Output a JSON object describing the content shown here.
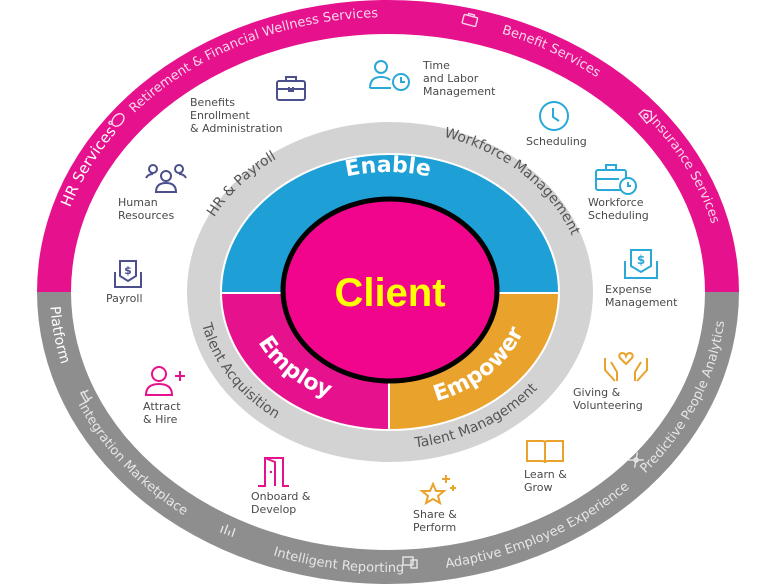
{
  "center": {
    "label": "Client"
  },
  "segments": [
    {
      "id": "enable",
      "label": "Enable",
      "color": "#1ea0d6"
    },
    {
      "id": "employ",
      "label": "Employ",
      "color": "#e6118c"
    },
    {
      "id": "empower",
      "label": "Empower",
      "color": "#e9a22b"
    }
  ],
  "inner_ring": [
    {
      "id": "hr-payroll",
      "label": "HR & Payroll"
    },
    {
      "id": "workforce-management",
      "label": "Workforce Management"
    },
    {
      "id": "talent-acquisition",
      "label": "Talent Acquisition"
    },
    {
      "id": "talent-management",
      "label": "Talent Management"
    }
  ],
  "outer_ring": {
    "top_color": "#e6118c",
    "bottom_color": "#8e8e8e",
    "top_labels": [
      {
        "id": "hr-services",
        "label": "HR Services",
        "icon": "none"
      },
      {
        "id": "retirement",
        "label": "Retirement & Financial Wellness Services",
        "icon": "piggy-bank-icon"
      },
      {
        "id": "benefit-services",
        "label": "Benefit Services",
        "icon": "briefcase-icon"
      },
      {
        "id": "insurance-services",
        "label": "Insurance Services",
        "icon": "house-shield-icon"
      }
    ],
    "bottom_labels": [
      {
        "id": "platform",
        "label": "Platform",
        "icon": "none"
      },
      {
        "id": "integration-marketplace",
        "label": "Integration Marketplace",
        "icon": "plug-icon"
      },
      {
        "id": "intelligent-reporting",
        "label": "Intelligent Reporting",
        "icon": "chart-icon"
      },
      {
        "id": "adaptive-employee-experience",
        "label": "Adaptive Employee Experience",
        "icon": "devices-icon"
      },
      {
        "id": "predictive-people-analytics",
        "label": "Predictive People Analytics",
        "icon": "network-icon"
      }
    ]
  },
  "services": [
    {
      "id": "benefits-enrollment",
      "label": "Benefits\nEnrollment\n& Administration",
      "icon": "briefcase-icon",
      "color": "#4b4f8c"
    },
    {
      "id": "human-resources",
      "label": "Human\nResources",
      "icon": "people-group-icon",
      "color": "#4b4f8c"
    },
    {
      "id": "payroll",
      "label": "Payroll",
      "icon": "money-envelope-icon",
      "color": "#4b4f8c"
    },
    {
      "id": "time-labor",
      "label": "Time\nand Labor\nManagement",
      "icon": "person-clock-icon",
      "color": "#2aa8d8"
    },
    {
      "id": "scheduling",
      "label": "Scheduling",
      "icon": "clock-icon",
      "color": "#2aa8d8"
    },
    {
      "id": "workforce-scheduling",
      "label": "Workforce\nScheduling",
      "icon": "briefcase-clock-icon",
      "color": "#2aa8d8"
    },
    {
      "id": "expense-management",
      "label": "Expense\nManagement",
      "icon": "money-envelope-icon",
      "color": "#2aa8d8"
    },
    {
      "id": "attract-hire",
      "label": "Attract\n& Hire",
      "icon": "add-person-icon",
      "color": "#e6118c"
    },
    {
      "id": "onboard-develop",
      "label": "Onboard &\nDevelop",
      "icon": "door-icon",
      "color": "#e6118c"
    },
    {
      "id": "giving-volunteering",
      "label": "Giving &\nVolunteering",
      "icon": "heart-hands-icon",
      "color": "#e9a22b"
    },
    {
      "id": "learn-grow",
      "label": "Learn &\nGrow",
      "icon": "book-icon",
      "color": "#e9a22b"
    },
    {
      "id": "share-perform",
      "label": "Share &\nPerform",
      "icon": "stars-icon",
      "color": "#e9a22b"
    }
  ],
  "colors": {
    "inner_gray": "#d3d3d3",
    "client_fill": "#f0058c",
    "client_text": "#ffff00",
    "label_text": "#4a4a4a",
    "ring_text_dark": "#555555"
  }
}
